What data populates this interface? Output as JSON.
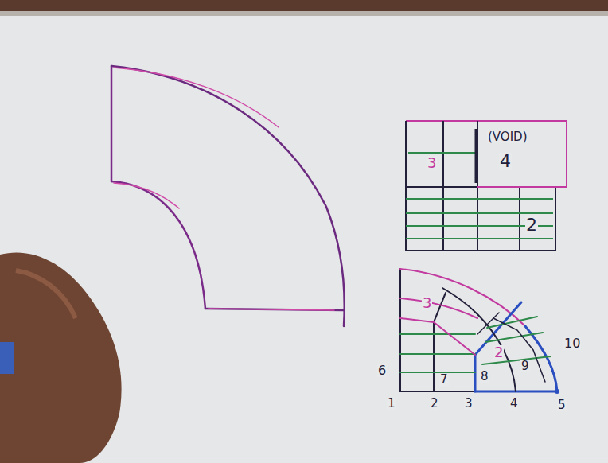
{
  "diagram": {
    "labels": [
      "(VOID)",
      "4",
      "3",
      "2",
      "3",
      "2",
      "1",
      "2",
      "3",
      "4",
      "5",
      "6",
      "7",
      "8",
      "9",
      "10"
    ]
  }
}
